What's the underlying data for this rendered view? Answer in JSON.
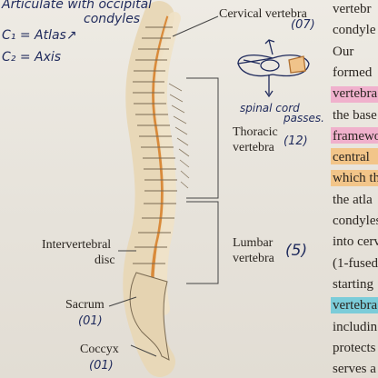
{
  "handwritten": {
    "line1": "Articulate with occipital",
    "line2": "condyles",
    "c1": "C₁ = Atlas↗",
    "c2": "C₂ = Axis",
    "cervical_count": "(07)",
    "spinal_cord_1": "spinal cord",
    "spinal_cord_2": "passes.",
    "thoracic_count": "(12)",
    "lumbar_count": "(5)",
    "sacrum_count": "(01)",
    "coccyx_count": "(01)"
  },
  "labels": {
    "cervical": "Cervical vertebra",
    "thoracic_1": "Thoracic",
    "thoracic_2": "vertebra",
    "lumbar_1": "Lumbar",
    "lumbar_2": "vertebra",
    "intervertebral_1": "Intervertebral",
    "intervertebral_2": "disc",
    "sacrum": "Sacrum",
    "coccyx": "Coccyx"
  },
  "side_text": [
    "vertebr",
    "condyle",
    "Our",
    "formed",
    "vertebra",
    "the base",
    "framewo",
    "central",
    "which th",
    "the atla",
    "condyles",
    "into cerv",
    "(1-fused",
    "starting",
    "vertebra",
    "includin",
    "protects",
    "serves a"
  ],
  "colors": {
    "pink_highlight": "#f1a7c9",
    "orange_highlight": "#f3c07a",
    "cyan_highlight": "#68c9d9",
    "ink_blue": "#1f2a5c"
  }
}
